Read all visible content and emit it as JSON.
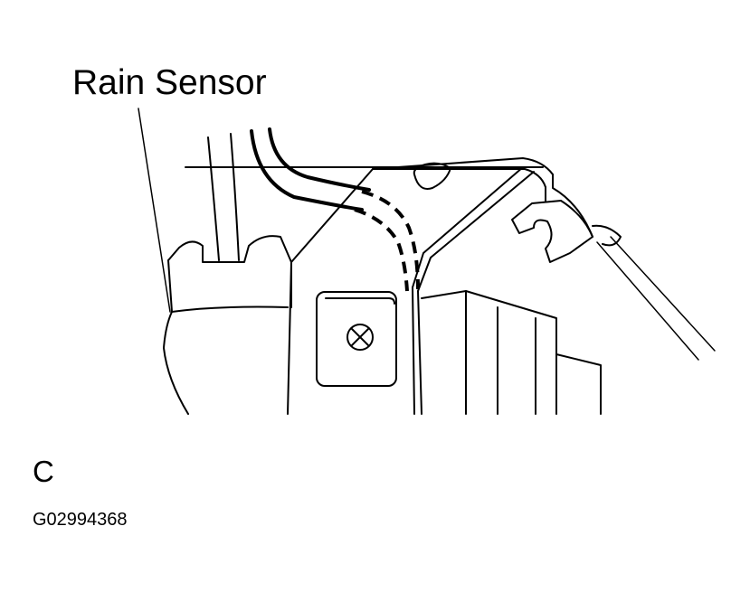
{
  "callout": {
    "label": "Rain Sensor"
  },
  "view": {
    "letter": "C"
  },
  "figure": {
    "code": "G02994368"
  },
  "colors": {
    "line": "#000000",
    "background": "#ffffff"
  }
}
